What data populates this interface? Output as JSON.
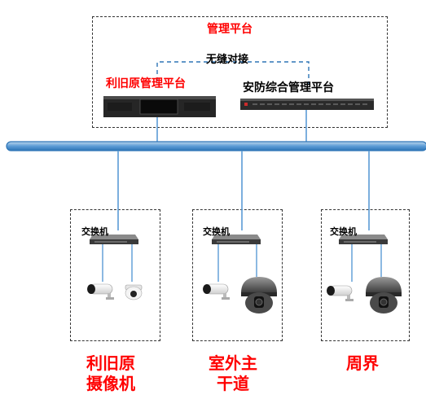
{
  "platform": {
    "title": "管理平台",
    "link_label": "无缝对接",
    "legacy_platform": "利旧原管理平台",
    "security_platform": "安防综合管理平台"
  },
  "sites": [
    {
      "switch_label": "交换机",
      "caption_line1": "利旧原",
      "caption_line2": "摄像机"
    },
    {
      "switch_label": "交换机",
      "caption_line1": "室外主",
      "caption_line2": "干道"
    },
    {
      "switch_label": "交换机",
      "caption_line1": "周界",
      "caption_line2": ""
    }
  ],
  "colors": {
    "accent_red": "#ff0000",
    "bus_blue": "#5b9bd5",
    "bus_outline": "#2e75b6",
    "device_dark": "#2a2a2a"
  }
}
